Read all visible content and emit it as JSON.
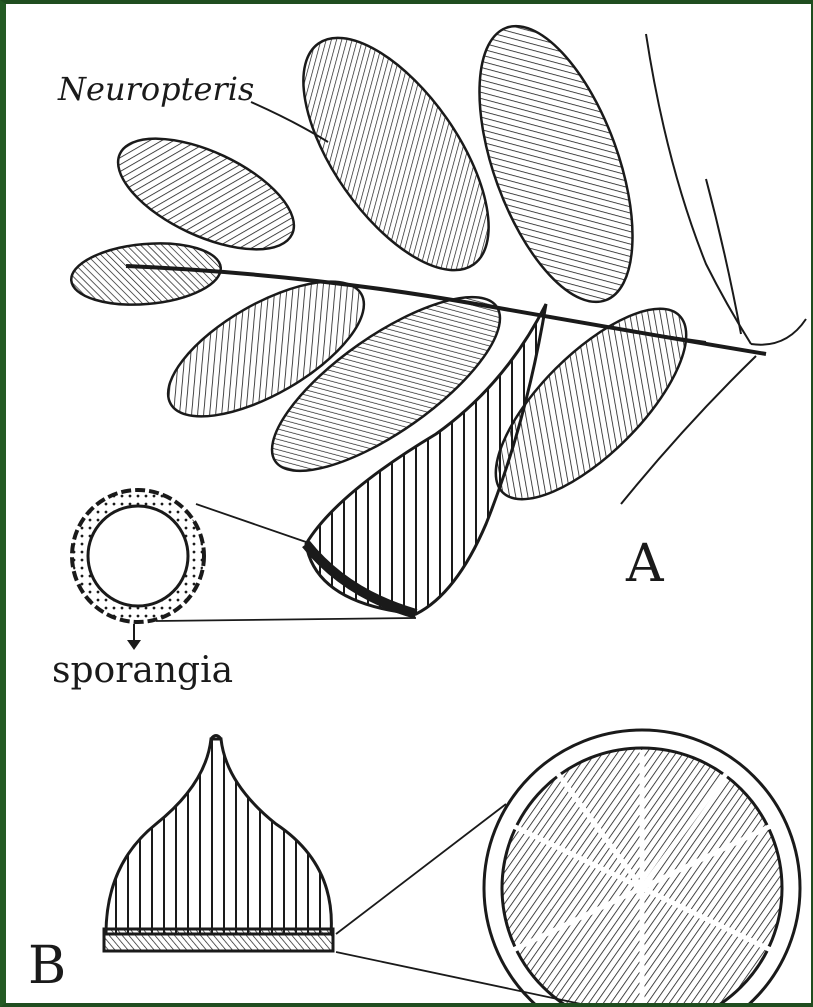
{
  "labels": {
    "genus": "Neuropteris",
    "sporangia": "sporangia",
    "part_a": "A",
    "part_b": "B"
  },
  "colors": {
    "frame": "#1f4d1f",
    "ink": "#1a1a1a",
    "paper": "#ffffff"
  }
}
